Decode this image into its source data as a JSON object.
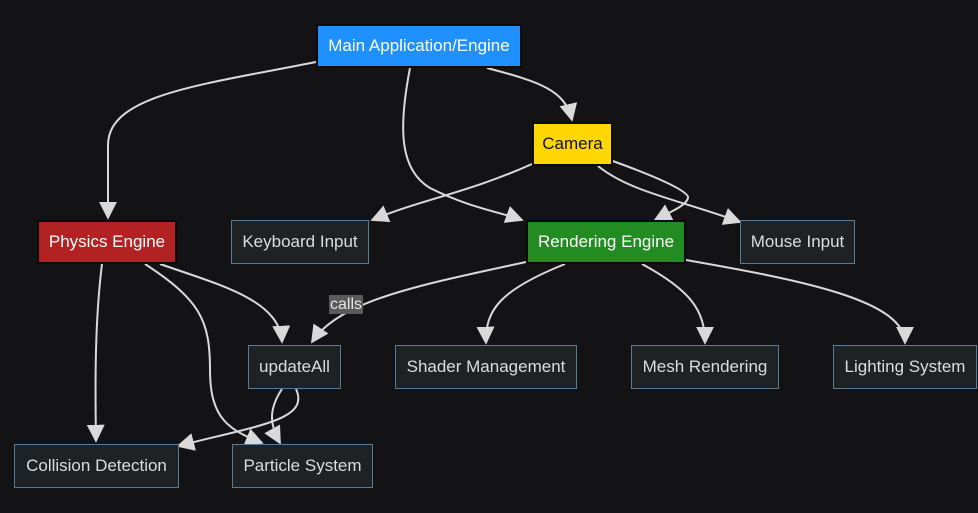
{
  "nodes": {
    "main": "Main Application/Engine",
    "camera": "Camera",
    "physics": "Physics Engine",
    "keyboard": "Keyboard Input",
    "rendering": "Rendering Engine",
    "mouse": "Mouse Input",
    "update_all": "updateAll",
    "shader": "Shader Management",
    "mesh": "Mesh Rendering",
    "lighting": "Lighting System",
    "collision": "Collision Detection",
    "particle": "Particle System"
  },
  "edge_labels": {
    "calls": "calls"
  },
  "colors": {
    "background": "#131316",
    "edge": "#d9d9d9",
    "main": "#1e90ff",
    "camera": "#ffd700",
    "physics": "#b22222",
    "rendering": "#228b22",
    "plain_fill": "#1f2224",
    "plain_border": "#5a7a94"
  }
}
